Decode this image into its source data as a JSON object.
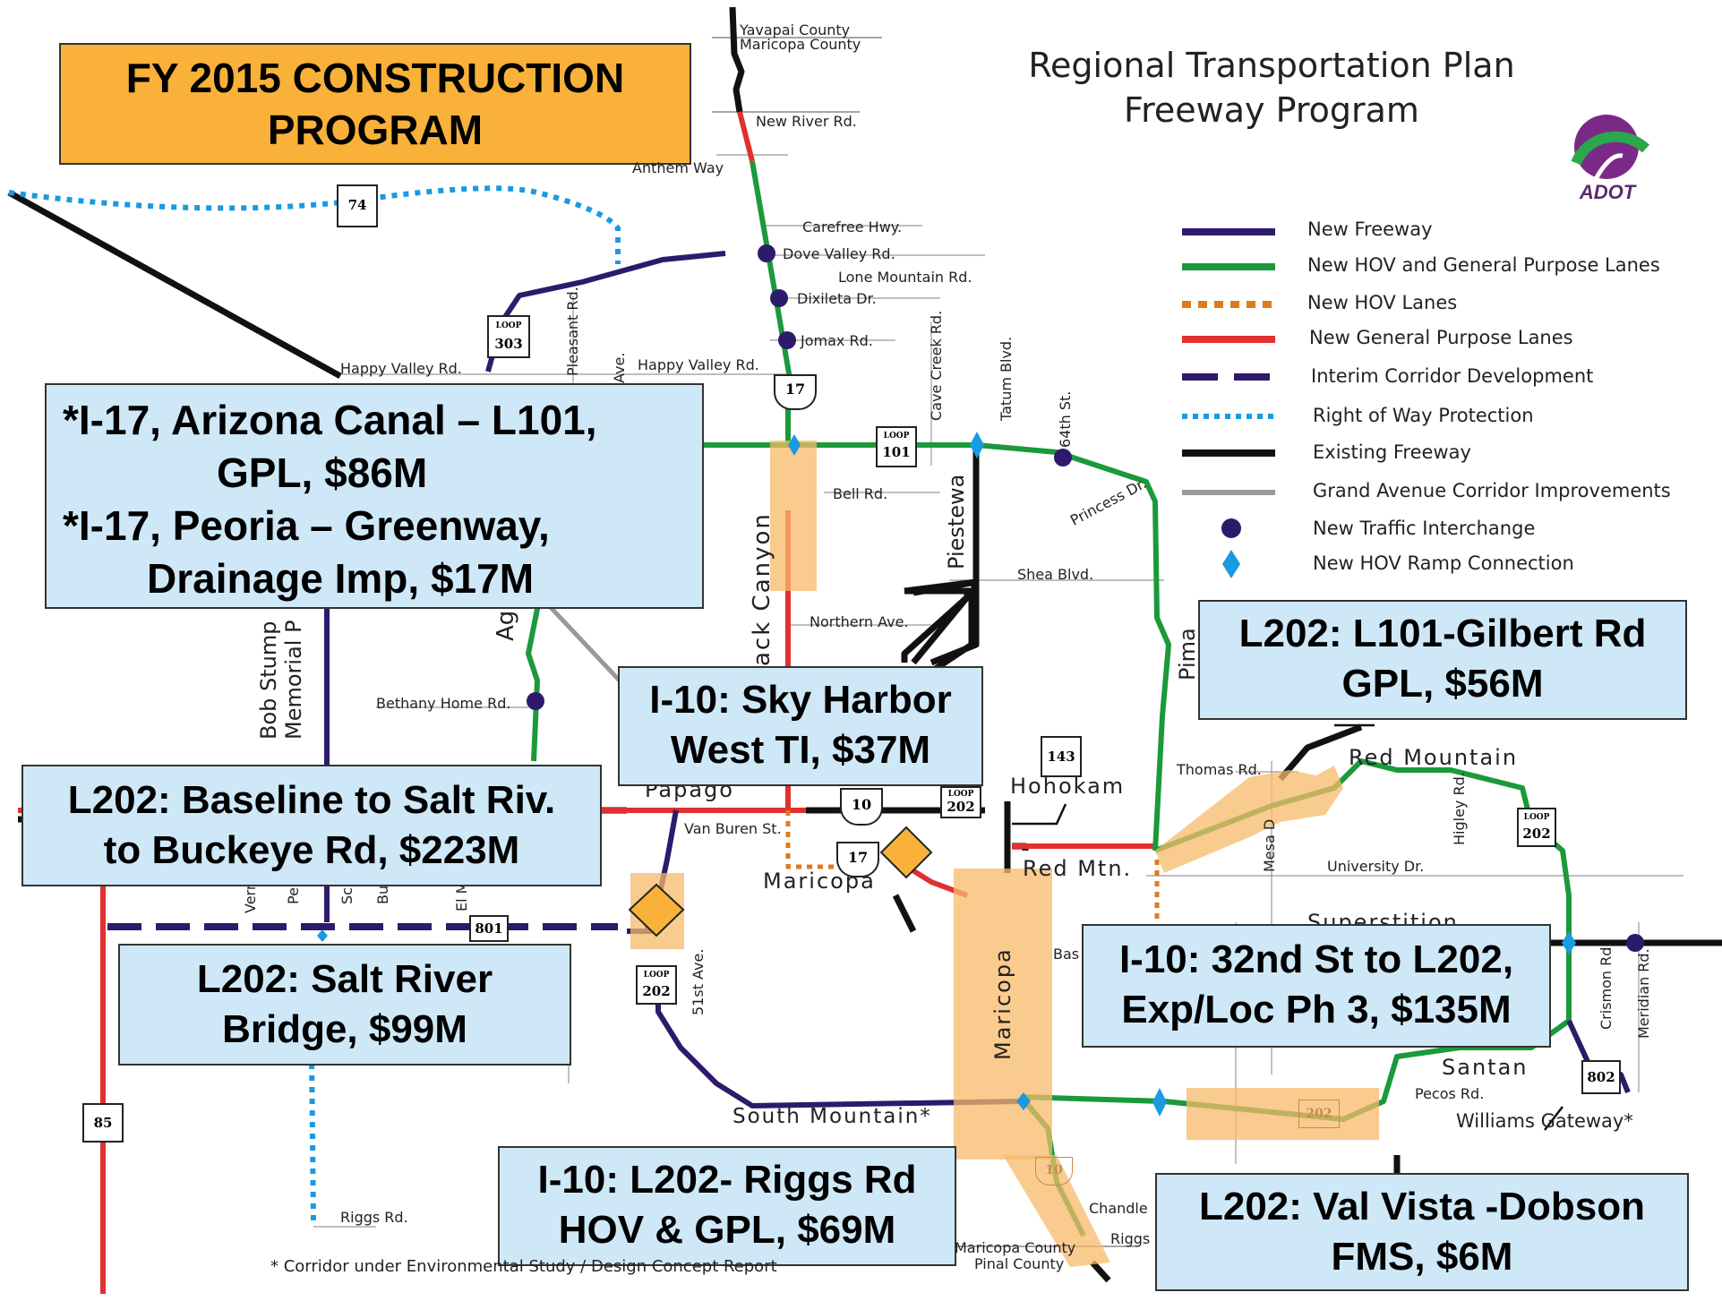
{
  "header": {
    "program_title_line1": "FY 2015 CONSTRUCTION",
    "program_title_line2": "PROGRAM",
    "plan_title_line1": "Regional Transportation Plan",
    "plan_title_line2": "Freeway Program",
    "logo_text": "ADOT"
  },
  "legend": [
    {
      "label": "New Freeway",
      "color": "#2e1a6b",
      "style": "solid"
    },
    {
      "label": "New HOV and General Purpose Lanes",
      "color": "#1a9a3a",
      "style": "solid"
    },
    {
      "label": "New HOV Lanes",
      "color": "#e07a1a",
      "style": "dotted"
    },
    {
      "label": "New General Purpose Lanes",
      "color": "#e03030",
      "style": "solid"
    },
    {
      "label": "Interim Corridor Development",
      "color": "#2e1a6b",
      "style": "dashed"
    },
    {
      "label": "Right of Way Protection",
      "color": "#1a9ae0",
      "style": "dotted"
    },
    {
      "label": "Existing Freeway",
      "color": "#111111",
      "style": "solid"
    },
    {
      "label": "Grand Avenue Corridor Improvements",
      "color": "#999999",
      "style": "solid"
    },
    {
      "label": "New Traffic Interchange",
      "color": "#2e1a6b",
      "style": "dot"
    },
    {
      "label": "New HOV Ramp Connection",
      "color": "#1a9ae0",
      "style": "diamond"
    }
  ],
  "callouts": {
    "i17_canal": {
      "line1": "*I-17, Arizona Canal –   L101,",
      "line2": "GPL, $86M",
      "line3": "*I-17, Peoria – Greenway,",
      "line4": "Drainage Imp, $17M"
    },
    "l202_gilbert": {
      "line1": "L202: L101-Gilbert Rd",
      "line2": "GPL, $56M"
    },
    "i10_sky_harbor": {
      "line1": "I-10: Sky Harbor",
      "line2": "West TI, $37M"
    },
    "l202_baseline": {
      "line1": "L202: Baseline to Salt Riv.",
      "line2": "to Buckeye Rd, $223M"
    },
    "l202_salt_river": {
      "line1": "L202: Salt River",
      "line2": "Bridge, $99M"
    },
    "i10_32nd": {
      "line1": "I-10: 32nd St to L202,",
      "line2": "Exp/Loc Ph 3, $135M"
    },
    "i10_riggs": {
      "line1": "I-10: L202- Riggs Rd",
      "line2": "HOV & GPL, $69M"
    },
    "l202_val_vista": {
      "line1": "L202: Val Vista -Dobson",
      "line2": "FMS, $6M"
    }
  },
  "map_labels": {
    "yavapai": "Yavapai County",
    "maricopa_county_top": "Maricopa County",
    "new_river": "New River Rd.",
    "anthem": "Anthem Way",
    "carefree": "Carefree Hwy.",
    "dove_valley": "Dove Valley Rd.",
    "lone_mountain": "Lone  Mountain Rd.",
    "dixileta": "Dixileta Dr.",
    "jomax": "Jomax Rd.",
    "happy_valley_w": "Happy Valley Rd.",
    "happy_valley_e": "Happy Valley Rd.",
    "pleasant": "Pleasant Rd.",
    "ave": "Ave.",
    "cave_creek": "Cave Creek Rd.",
    "tatum": "Tatum Blvd.",
    "st64": "64th St.",
    "bell": "Bell Rd.",
    "princess": "Princess Dr.",
    "shea": "Shea Blvd.",
    "piestewa": "Piestewa",
    "black_canyon": "ack Canyon",
    "northern": "Northern Ave.",
    "pima": "Pima",
    "bethany": "Bethany Home Rd.",
    "bob_stump": "Bob Stump",
    "memorial": "Memorial P",
    "ag": "Ag",
    "thomas": "Thomas Rd.",
    "red_mountain": "Red Mountain",
    "hohokam": "Hohokam",
    "papago": "Papago",
    "van_buren": "Van Buren St.",
    "maricopa_fwy": "Maricopa",
    "red_mtn": "Red Mtn.",
    "mesa": "Mesa D",
    "higley": "Higley Rd.",
    "university": "University Dr.",
    "superstition": "Superstition",
    "st51": "51st Ave.",
    "crismon": "Crismon Rd.",
    "meridian": "Meridian Rd.",
    "santan": "Santan",
    "pecos": "Pecos Rd.",
    "williams": "Williams Gateway*",
    "south_mountain": "South Mountain*",
    "maricopa_vert": "Maricopa",
    "bas": "Bas",
    "chandle": "Chandle",
    "riggs_e": "Riggs",
    "maricopa_county_bot": "Maricopa County",
    "pinal_county": "Pinal County",
    "riggs_w": "Riggs Rd.",
    "verr": "Verr",
    "pe": "Pe",
    "sc": "Sc",
    "bu": "Bu",
    "elm": "El M"
  },
  "shields": {
    "s74": "74",
    "s303": "303",
    "s17a": "17",
    "s101": "101",
    "s143": "143",
    "s10": "10",
    "s202a": "202",
    "s17b": "17",
    "s801": "801",
    "s202b": "202",
    "s202c": "202",
    "s802": "802",
    "s85": "85",
    "s202d": "202",
    "s10b": "10",
    "loop": "LOOP"
  },
  "footnote": "* Corridor under Environmental Study / Design Concept Report"
}
